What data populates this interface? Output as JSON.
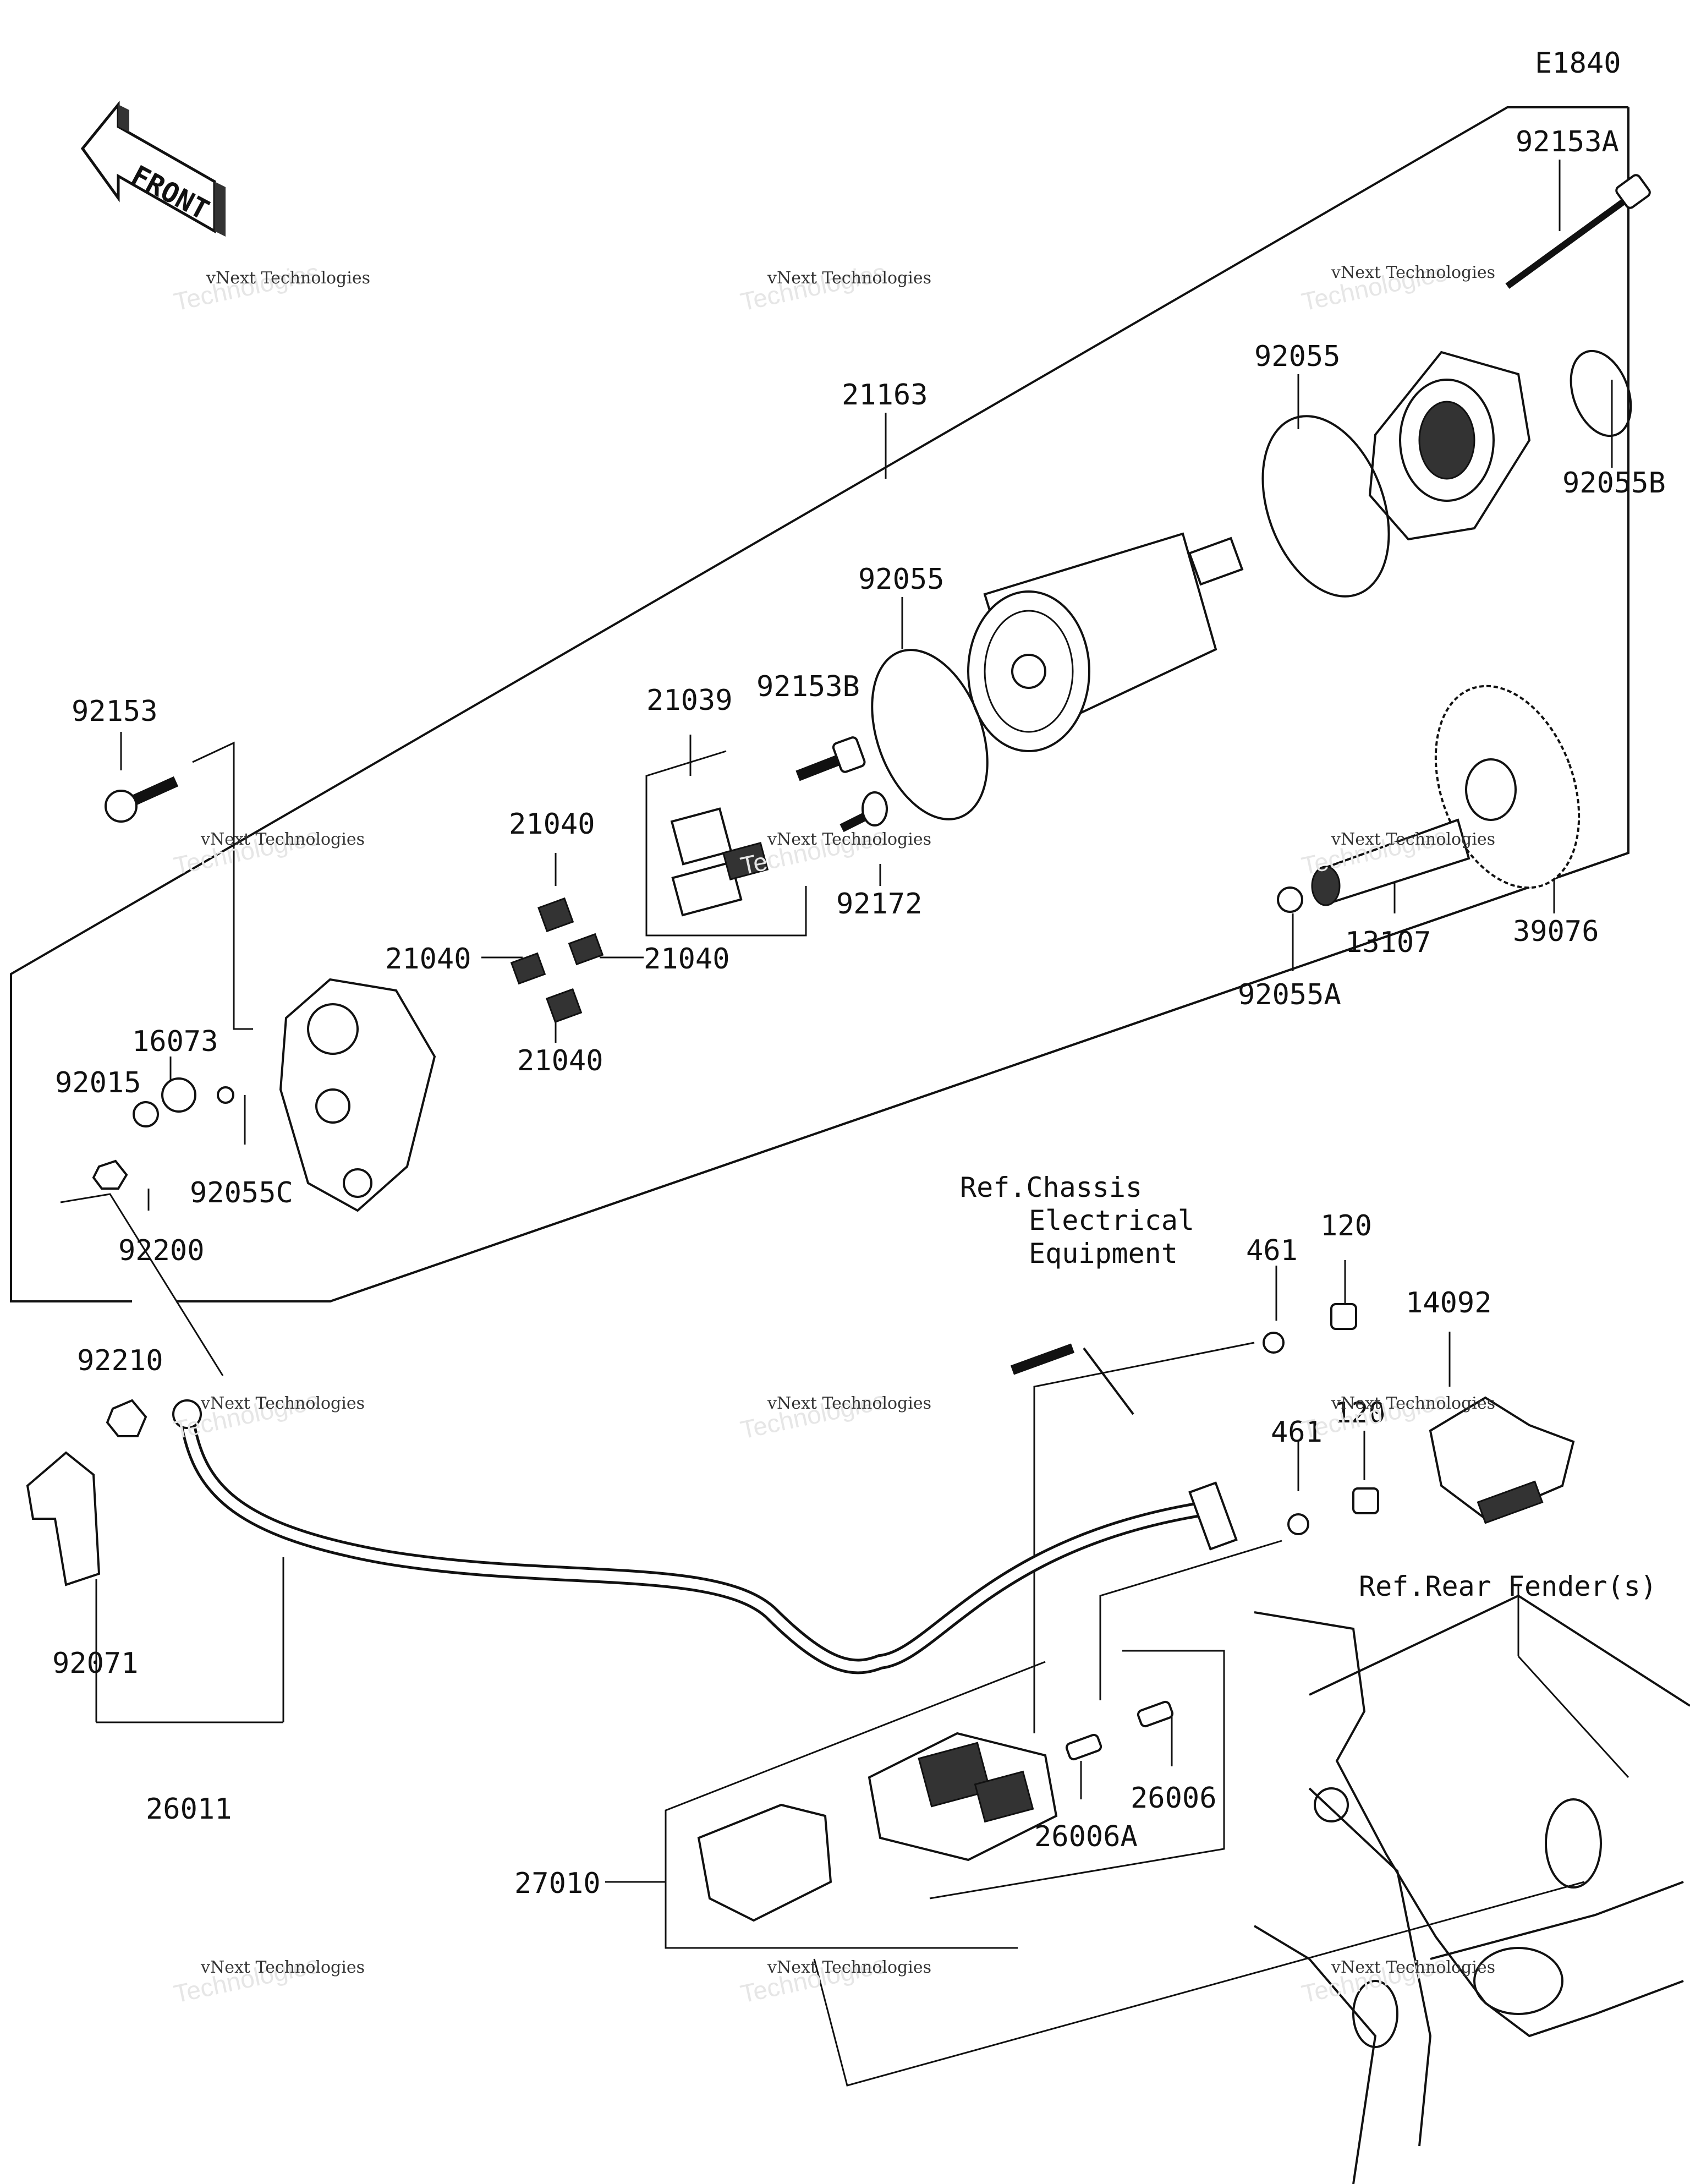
{
  "diagram_code": "E1840",
  "front_label": "FRONT",
  "references": {
    "chassis_line1": "Ref.Chassis",
    "chassis_line2": "Electrical",
    "chassis_line3": "Equipment",
    "rear_fender": "Ref.Rear Fender(s)"
  },
  "watermark": {
    "line1": "vNext Technologies",
    "line2": "Technologies",
    "logo": "vNext"
  },
  "parts": {
    "p92153A": "92153A",
    "p92055_top": "92055",
    "p92055B": "92055B",
    "p21163": "21163",
    "p92055_mid": "92055",
    "p21039": "21039",
    "p92153B": "92153B",
    "p92153": "92153",
    "p21040_top": "21040",
    "p21040_left": "21040",
    "p21040_right": "21040",
    "p21040_bottom": "21040",
    "p92172": "92172",
    "p92055A": "92055A",
    "p13107": "13107",
    "p39076": "39076",
    "p16073": "16073",
    "p92015": "92015",
    "p92055C": "92055C",
    "p92200": "92200",
    "p461_top": "461",
    "p120_top": "120",
    "p14092": "14092",
    "p461_bottom": "461",
    "p120_bottom": "120",
    "p92210": "92210",
    "p92071": "92071",
    "p26011": "26011",
    "p26006": "26006",
    "p26006A": "26006A",
    "p27010": "27010"
  }
}
